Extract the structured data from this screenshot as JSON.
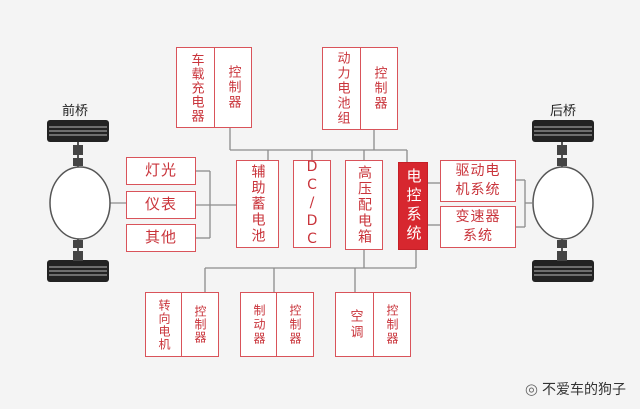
{
  "labels": {
    "front_axle": "前桥",
    "rear_axle": "后桥"
  },
  "boxes": {
    "charger": "车载充电器",
    "charger_ctrl": "控制器",
    "power_battery": "动力电池组",
    "power_battery_ctrl": "控制器",
    "light": "灯光",
    "instrument": "仪表",
    "other": "其他",
    "aux_battery": "辅助蓄电池",
    "dcdc": "DC/DC",
    "hv_box": "高压配电箱",
    "ecu": "电控系统",
    "motor": "驱动电\n机系统",
    "transmission": "变速器\n系统",
    "steering": "转向电机",
    "steering_ctrl": "控制器",
    "brake": "制动器",
    "brake_ctrl": "控制器",
    "ac": "空调",
    "ac_ctrl": "控制器"
  },
  "watermark": {
    "text": "不爱车的狗子"
  },
  "colors": {
    "accent_red": "#d7272f",
    "outline_red": "#d9535a",
    "line_gray": "#8c8c8c"
  }
}
